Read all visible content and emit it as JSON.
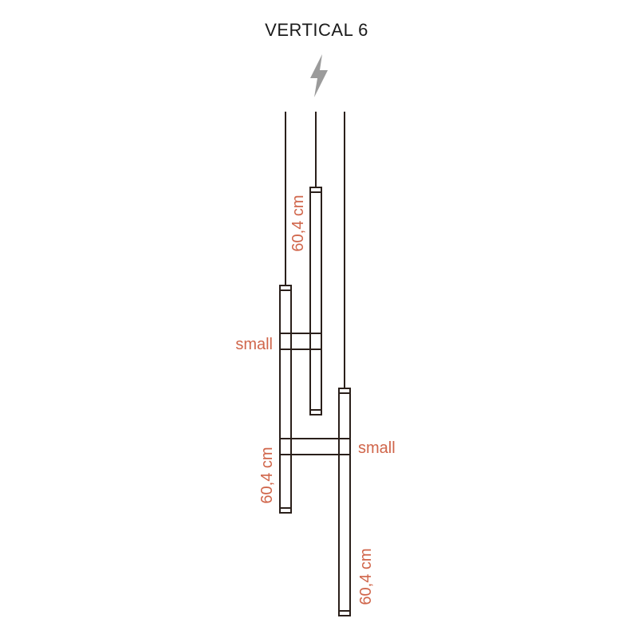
{
  "diagram": {
    "title": "VERTICAL 6",
    "power_icon": "lightning-bolt-icon",
    "labels": {
      "length_top": "60,4 cm",
      "length_left": "60,4 cm",
      "length_right": "60,4 cm",
      "connector_upper": "small",
      "connector_lower": "small"
    },
    "colors": {
      "line": "#2a1f1a",
      "accent": "#d0654a",
      "icon": "#9b9b9b",
      "text": "#1a1a1a"
    }
  }
}
